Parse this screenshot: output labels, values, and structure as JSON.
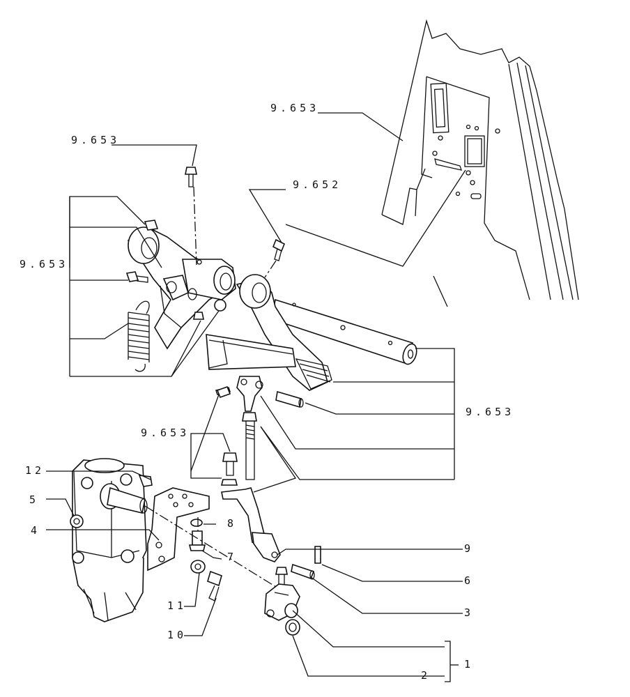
{
  "labels": {
    "l_9653_top": "9.653",
    "l_9653_mid": "9.653",
    "l_9652": "9.652",
    "l_9653_left": "9.653",
    "l_9653_right": "9.653",
    "l_9653_lower": "9.653",
    "l_12": "12",
    "l_5": "5",
    "l_4": "4",
    "l_8": "8",
    "l_7": "7",
    "l_9": "9",
    "l_6": "6",
    "l_3": "3",
    "l_11": "11",
    "l_10": "10",
    "l_2": "2",
    "l_1": "1"
  }
}
